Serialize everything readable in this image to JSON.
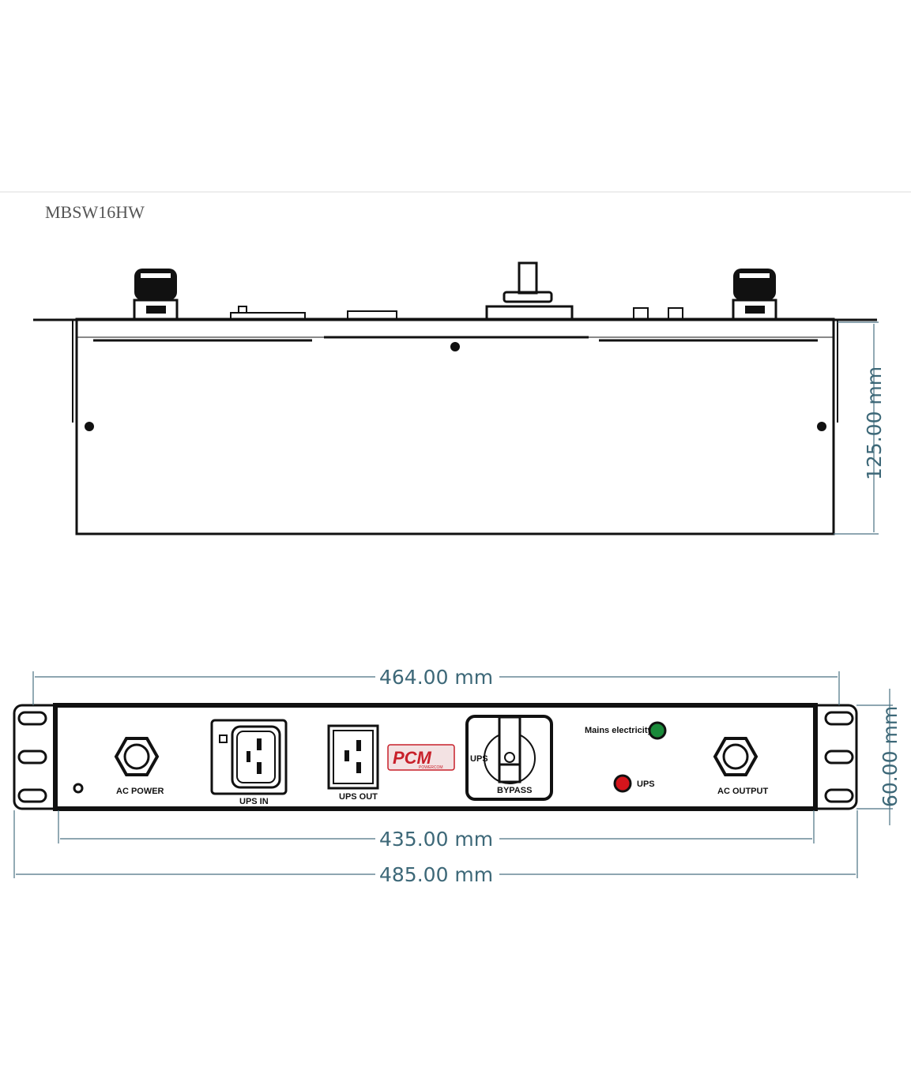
{
  "title": "MBSW16HW",
  "dimensions": {
    "height": "125.00 mm",
    "depth_outer": "464.00 mm",
    "front_height": "60.00 mm",
    "body_width": "435.00 mm",
    "total_width": "485.00 mm"
  },
  "front_panel": {
    "ac_power": "AC POWER",
    "ups_in": "UPS IN",
    "ups_out": "UPS OUT",
    "logo": "PCM",
    "logo_sub": "POWERCOM",
    "switch_ups": "UPS",
    "switch_bypass": "BYPASS",
    "mains_led": "Mains electricity",
    "ups_led": "UPS",
    "ac_output": "AC OUTPUT"
  },
  "colors": {
    "dimension": "#3d6878",
    "mains_led": "#1a8a3a",
    "ups_led": "#d4151c",
    "logo": "#c8202a"
  }
}
